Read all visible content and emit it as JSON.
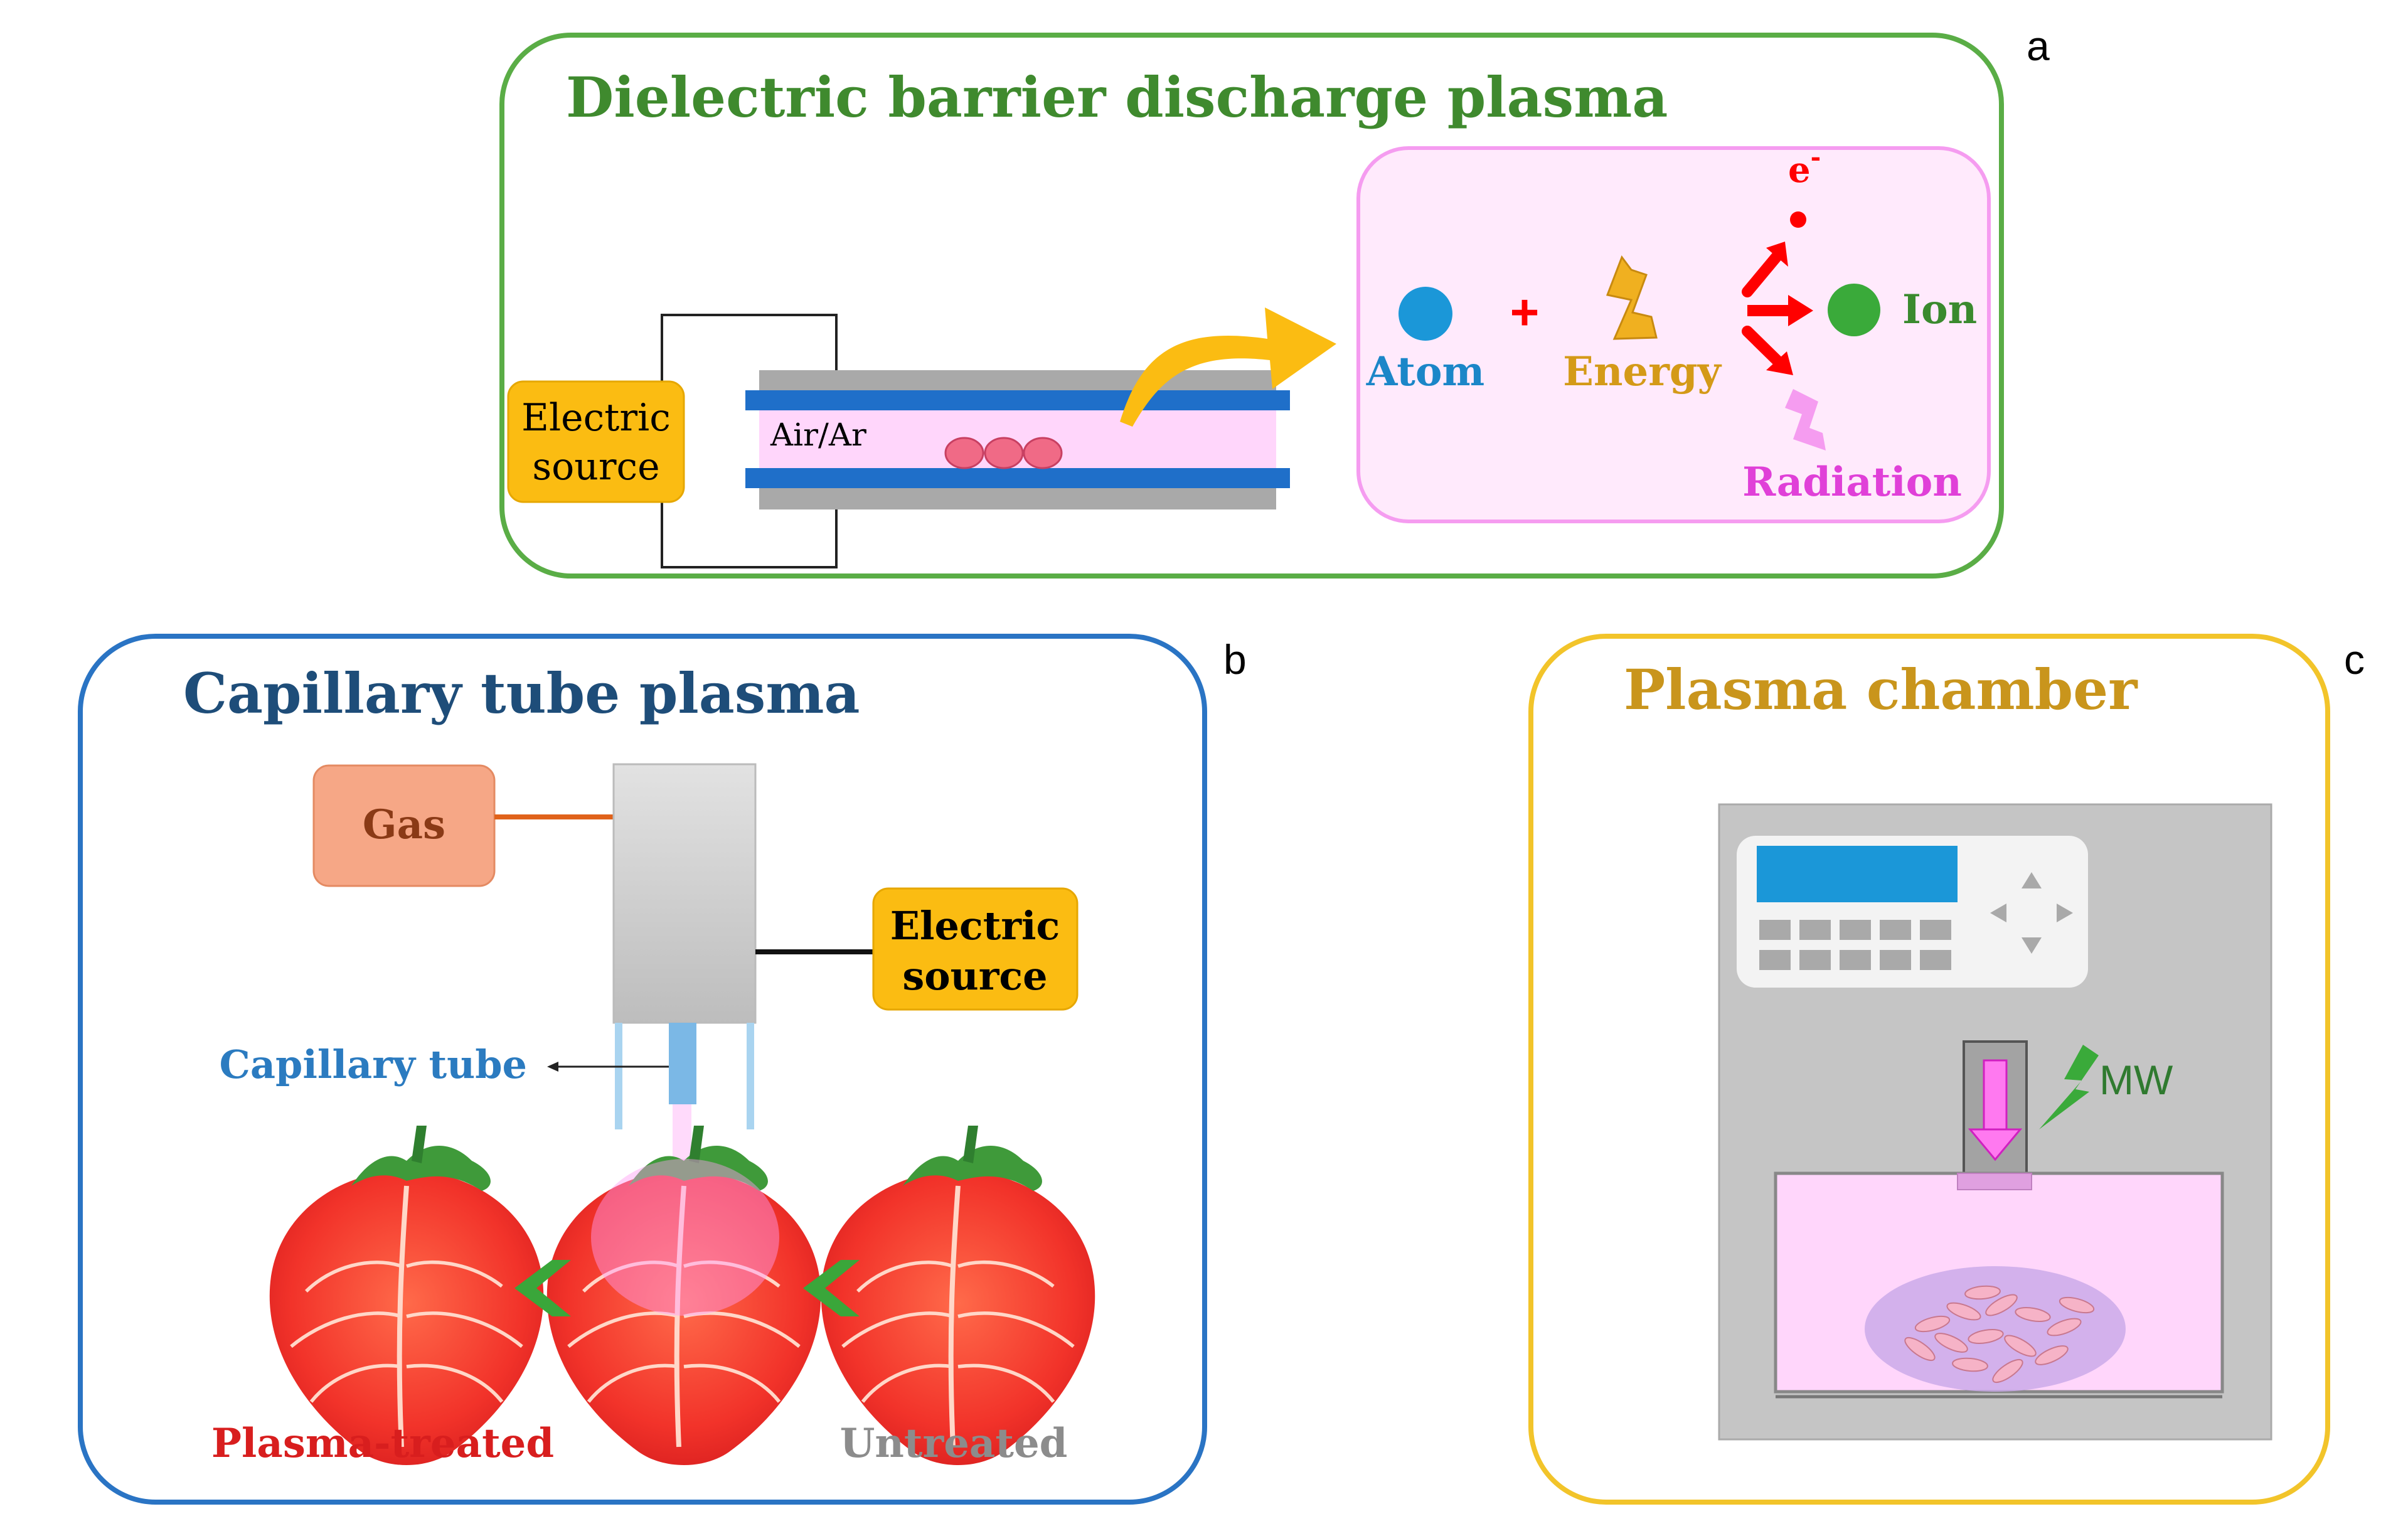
{
  "panels": {
    "a": {
      "letter": "a",
      "title": "Dielectric barrier discharge plasma",
      "electric_source_line1": "Electric",
      "electric_source_line2": "source",
      "gas_label": "Air/Ar",
      "electron": "e",
      "electron_sup": "-",
      "atom": "Atom",
      "plus": "+",
      "energy": "Energy",
      "ion": "Ion",
      "radiation": "Radiation"
    },
    "b": {
      "letter": "b",
      "title": "Capillary tube plasma",
      "gas": "Gas",
      "electric_source_line1": "Electric",
      "electric_source_line2": "source",
      "capillary_tube": "Capillary tube",
      "plasma_treated": "Plasma-treated",
      "untreated": "Untreated"
    },
    "c": {
      "letter": "c",
      "title": "Plasma chamber",
      "mw": "MW"
    }
  },
  "colors": {
    "panel_a_border": "#5aad46",
    "panel_a_title": "#3f8a2e",
    "panel_b_border": "#2a74c4",
    "panel_b_title": "#1e4d79",
    "panel_c_border": "#f2c42a",
    "panel_c_title": "#c9951c",
    "electric_source": "#fbbc12",
    "plasma_pink": "#ffd6fb",
    "electrode_blue": "#1f6fc9",
    "atom_blue": "#1b97d8",
    "ion_green": "#3aaa3a",
    "energy_gold": "#d49a18",
    "radiation_magenta": "#e040d8",
    "arrow_red": "#ff0000",
    "gas_salmon": "#f6a786",
    "capillary_label": "#2b7bc0",
    "treated_red": "#d81e1e",
    "untreated_gray": "#8c8c8c",
    "mw_green": "#2f7a2f"
  }
}
